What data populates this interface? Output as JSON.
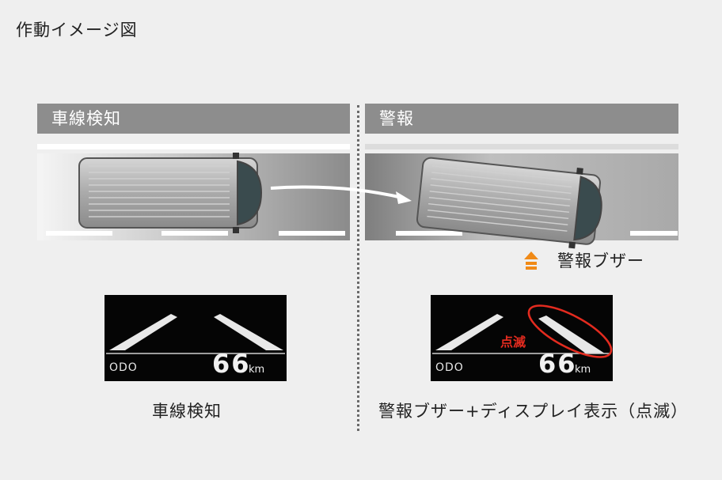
{
  "title": "作動イメージ図",
  "panels": {
    "left": {
      "header": "車線検知",
      "caption": "車線検知"
    },
    "right": {
      "header": "警報",
      "caption": "警報ブザー+ディスプレイ表示（点滅）"
    }
  },
  "buzzer": {
    "label": "警報ブザー",
    "icon": "buzzer-icon",
    "color": "#f08a17"
  },
  "display": {
    "odo_label": "ODO",
    "speed": "66",
    "unit": "km",
    "blink_label": "点滅",
    "highlight_color": "#e32b1f"
  }
}
